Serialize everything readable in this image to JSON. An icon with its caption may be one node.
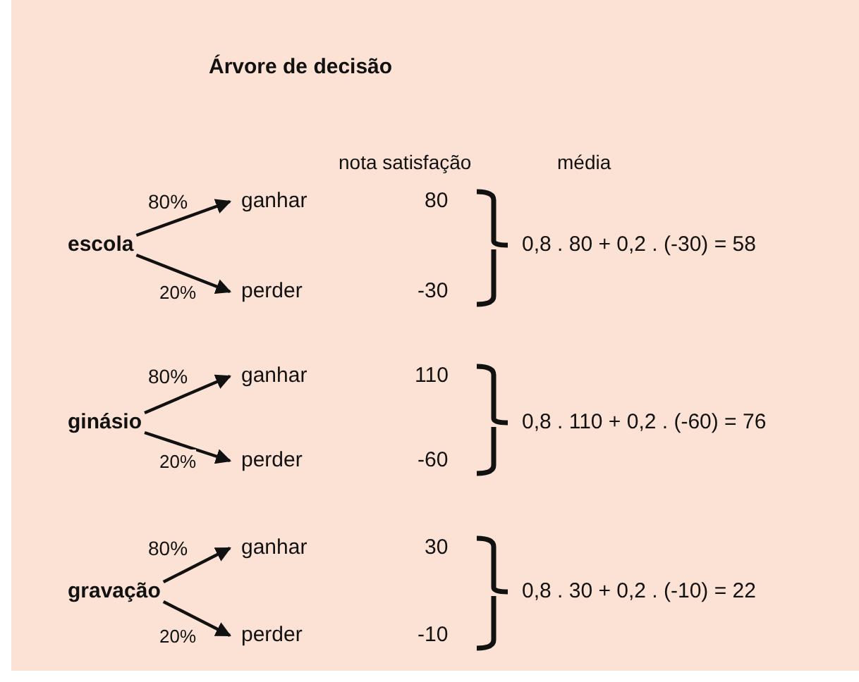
{
  "diagram": {
    "title": "Árvore de decisão",
    "nodes": [
      {
        "text": [
          "escola"
        ]
      },
      {
        "text": [
          "ganhar"
        ]
      },
      {
        "text": [
          "perder"
        ]
      },
      {
        "text": [
          "ginásio"
        ]
      },
      {
        "text": [
          "ganhar"
        ]
      },
      {
        "text": [
          "perder"
        ]
      },
      {
        "text": [
          "gravação"
        ]
      },
      {
        "text": [
          "ganhar"
        ]
      },
      {
        "text": [
          "perder"
        ]
      }
    ],
    "edges": [
      {
        "from": 0,
        "to": 1,
        "arrow": "to",
        "label": "80%"
      },
      {
        "from": 0,
        "to": 2,
        "arrow": "to",
        "label": "20%"
      },
      {
        "from": 3,
        "to": 4,
        "arrow": "to",
        "label": "80%"
      },
      {
        "from": 3,
        "to": 5,
        "arrow": "to",
        "label": "20%"
      },
      {
        "from": 6,
        "to": 7,
        "arrow": "to",
        "label": "80%"
      },
      {
        "from": 6,
        "to": 8,
        "arrow": "to",
        "label": "20%"
      }
    ],
    "labels": [
      "nota satisfação",
      "média",
      "80",
      "-30",
      "0,8 . 80 + 0,2 . (-30) = 58",
      "110",
      "-60",
      "0,8 . 110 + 0,2 . (-60) = 76",
      "30",
      "-10",
      "0,8 . 30 + 0,2 . (-10) = 22"
    ]
  }
}
